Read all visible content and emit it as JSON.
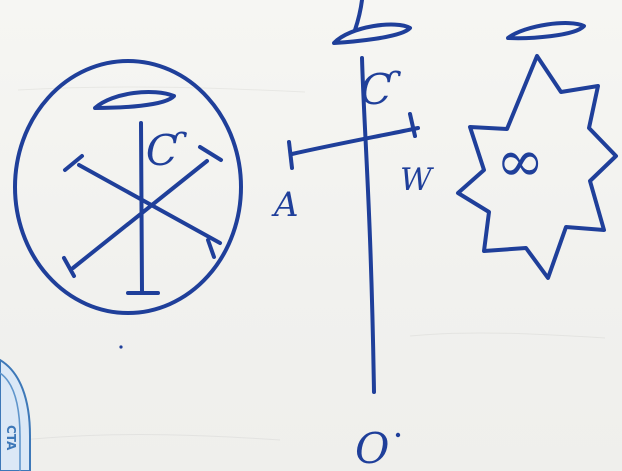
{
  "drawing": {
    "ink_color": "#1f3f9a",
    "paper_color": "#f4f4f1",
    "stamp_color": "#3d78b8",
    "left_symbol": {
      "inner_letter": "Ƈ"
    },
    "middle_symbol": {
      "top_letter": "Ƈ",
      "left_letter": "A",
      "right_letter": "W",
      "bottom_letter": "O"
    },
    "right_symbol": {
      "inner_symbol": "∞"
    },
    "stamp": {
      "text": "CTA"
    }
  }
}
